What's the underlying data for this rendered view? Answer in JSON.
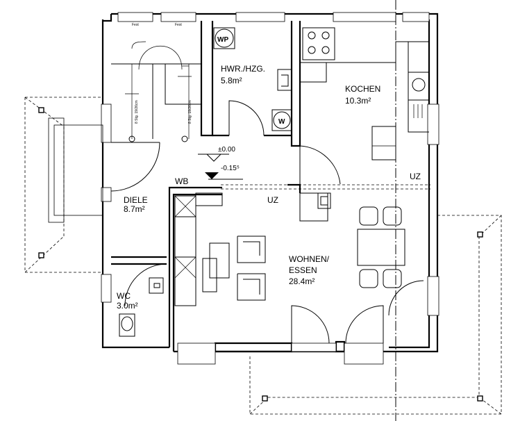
{
  "rooms": {
    "hwr": {
      "name": "HWR./HZG.",
      "area": "5.8m²"
    },
    "kochen": {
      "name": "KOCHEN",
      "area": "10.3m²"
    },
    "diele": {
      "name": "DIELE",
      "area": "8.7m²"
    },
    "wohnen": {
      "name_line1": "WOHNEN/",
      "name_line2": "ESSEN",
      "area": "28.4m²"
    },
    "wc": {
      "name": "WC",
      "area": "3.0m²"
    }
  },
  "symbols": {
    "heat_pump": "WP",
    "washer": "W"
  },
  "levels": {
    "upper": "±0.00",
    "lower": "-0.15⁵"
  },
  "abbreviations": {
    "wb": "WB",
    "uz_left": "UZ",
    "uz_right": "UZ"
  },
  "window_notes": {
    "fest_left": "Fest",
    "fest_right": "Fest"
  },
  "stair": {
    "note_left": "8 Stg. 19/26cm",
    "note_right": "8 Stg. 19/26cm"
  }
}
